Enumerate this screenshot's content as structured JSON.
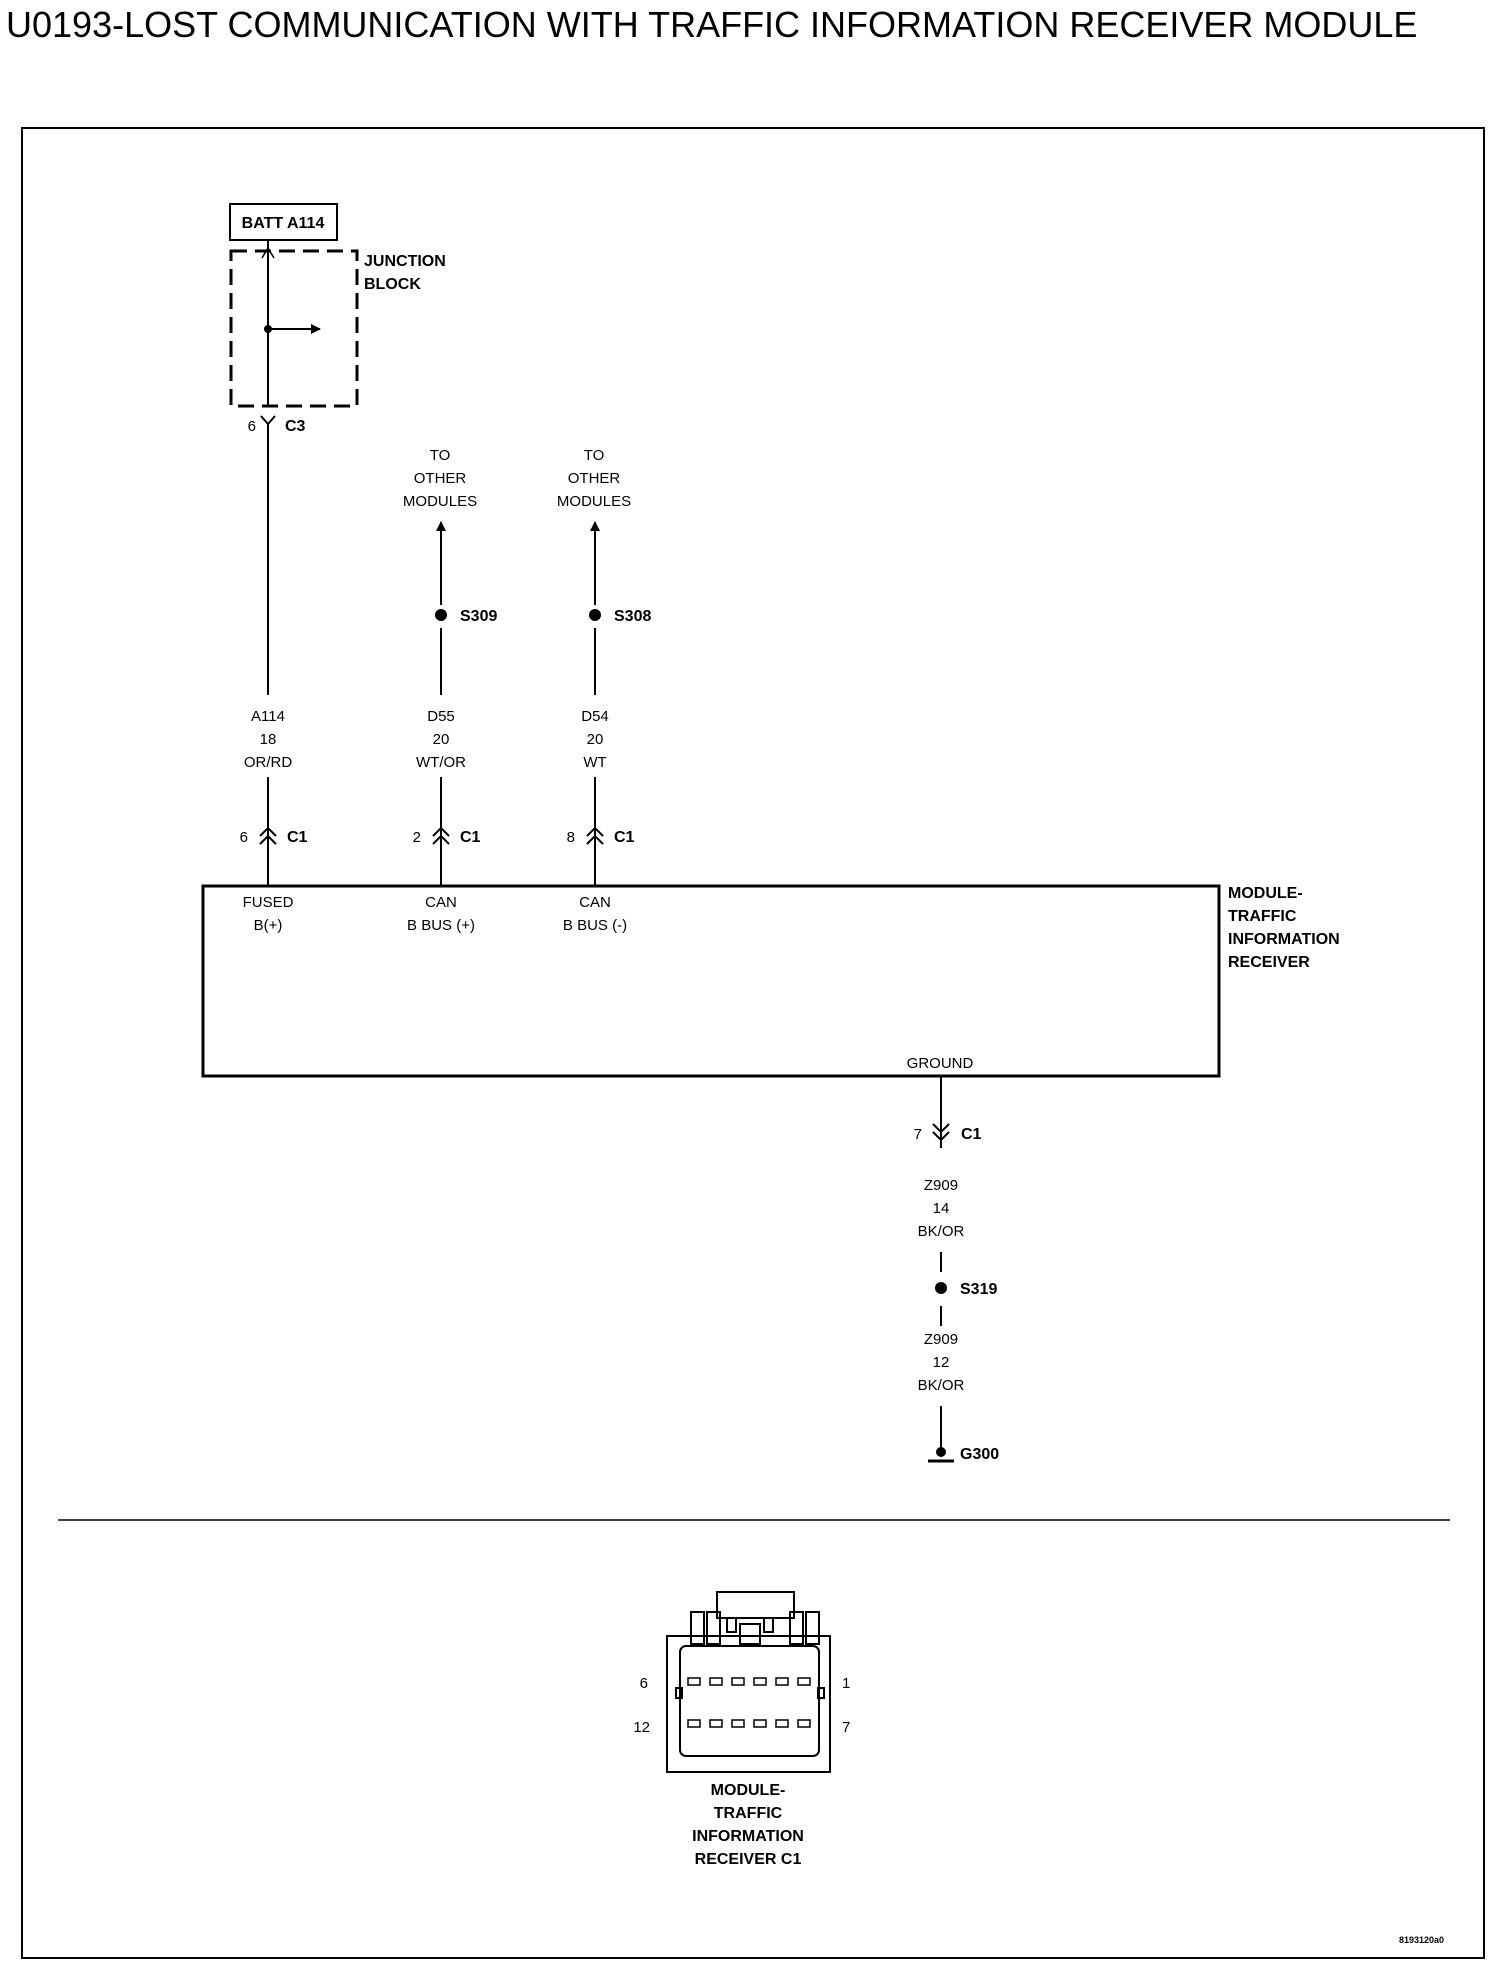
{
  "title": "U0193-LOST COMMUNICATION WITH TRAFFIC INFORMATION RECEIVER MODULE",
  "diagram": {
    "batt_label": "BATT A114",
    "junction_block": [
      "JUNCTION",
      "BLOCK"
    ],
    "c3_connector": {
      "pin": "6",
      "name": "C3"
    },
    "circuits": [
      {
        "wire": [
          "A114",
          "18",
          "OR/RD"
        ],
        "pin": "6",
        "connector": "C1",
        "module_pin": [
          "FUSED",
          "B(+)"
        ]
      },
      {
        "wire": [
          "D55",
          "20",
          "WT/OR"
        ],
        "pin": "2",
        "connector": "C1",
        "module_pin": [
          "CAN",
          "B BUS (+)"
        ],
        "splice": "S309",
        "destination": [
          "TO",
          "OTHER",
          "MODULES"
        ]
      },
      {
        "wire": [
          "D54",
          "20",
          "WT"
        ],
        "pin": "8",
        "connector": "C1",
        "module_pin": [
          "CAN",
          "B BUS (-)"
        ],
        "splice": "S308",
        "destination": [
          "TO",
          "OTHER",
          "MODULES"
        ]
      }
    ],
    "module_name": [
      "MODULE-",
      "TRAFFIC",
      "INFORMATION",
      "RECEIVER"
    ],
    "ground_pin_label": "GROUND",
    "ground_connector": {
      "pin": "7",
      "name": "C1"
    },
    "ground_wire_1": [
      "Z909",
      "14",
      "BK/OR"
    ],
    "ground_splice": "S319",
    "ground_wire_2": [
      "Z909",
      "12",
      "BK/OR"
    ],
    "ground_point": "G300",
    "connector_view": {
      "pins": {
        "top_left": "6",
        "top_right": "1",
        "bottom_left": "12",
        "bottom_right": "7"
      },
      "caption": [
        "MODULE-",
        "TRAFFIC",
        "INFORMATION",
        "RECEIVER C1"
      ]
    },
    "figure_code": "8193120a0"
  }
}
